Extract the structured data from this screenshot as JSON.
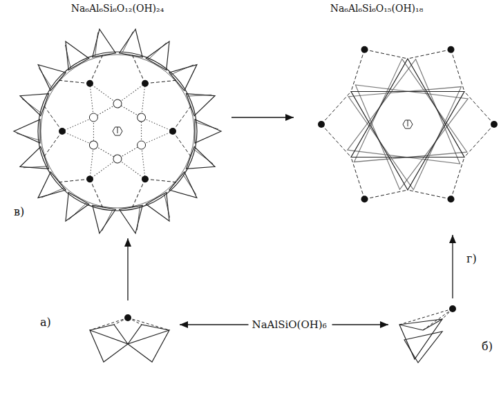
{
  "diagram": {
    "nodes": [
      {
        "text": [
          "Na₆Al₆Si₆O₁₂(OH)₂₄",
          "в)"
        ]
      },
      {
        "text": [
          "Na₆Al₆Si₆O₁₅(OH)₁₈",
          "г)"
        ]
      },
      {
        "text": [
          "а)"
        ]
      },
      {
        "text": [
          "NaAlSiO(OH)₆"
        ]
      },
      {
        "text": [
          "б)"
        ]
      }
    ],
    "edges": [
      {
        "from": 3,
        "to": 2,
        "arrow": "to"
      },
      {
        "from": 3,
        "to": 4,
        "arrow": "to"
      },
      {
        "from": 2,
        "to": 0,
        "arrow": "to"
      },
      {
        "from": 4,
        "to": 1,
        "arrow": "to"
      },
      {
        "from": 0,
        "to": 1,
        "arrow": "to"
      }
    ]
  }
}
